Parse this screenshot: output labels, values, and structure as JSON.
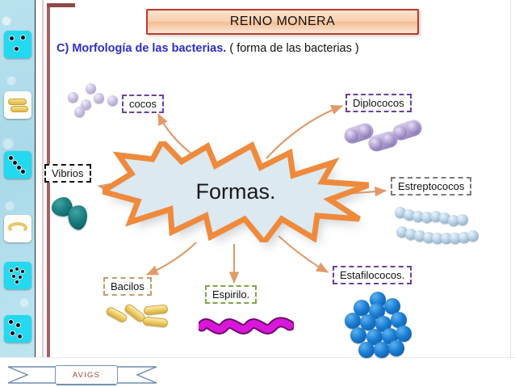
{
  "slide": {
    "title": "REINO MONERA",
    "subtitle_bold": "C) Morfología de las bacterias.",
    "subtitle_normal": "( forma de las bacterias )",
    "center_label": "Formas.",
    "footer_label": "AVIGS"
  },
  "colors": {
    "title_border": "#c0392b",
    "title_fill": "#f8cfae",
    "subtitle_bold": "#2e2ec7",
    "burst_outline": "#ef8a3c",
    "burst_fill": "#dce9f0",
    "arrow": "#e09a6a",
    "sidebar": "#a9d9e9",
    "frame": "#a85f5f",
    "footer_text": "#a84a3c",
    "ribbon": "#6f8bb0"
  },
  "labels": [
    {
      "id": "cocos",
      "text": "cocos",
      "border": "purple"
    },
    {
      "id": "diplococos",
      "text": "Diplococos",
      "border": "purple"
    },
    {
      "id": "vibrios",
      "text": "Vibrios",
      "border": "black"
    },
    {
      "id": "estreptococos",
      "text": "Estreptococos",
      "border": "gray"
    },
    {
      "id": "bacilos",
      "text": "Bacilos",
      "border": "tan"
    },
    {
      "id": "espirilo",
      "text": "Espirilo.",
      "border": "green"
    },
    {
      "id": "estafilococos",
      "text": "Estafilococos.",
      "border": "purple"
    }
  ],
  "sidebar": {
    "tiles": [
      {
        "id": "tile-cocos",
        "style": "cyan"
      },
      {
        "id": "tile-bacilos",
        "style": "white"
      },
      {
        "id": "tile-strepto",
        "style": "cyan"
      },
      {
        "id": "tile-vibrio",
        "style": "white"
      },
      {
        "id": "tile-staphylo",
        "style": "cyan"
      },
      {
        "id": "tile-diplo",
        "style": "cyan"
      }
    ]
  }
}
